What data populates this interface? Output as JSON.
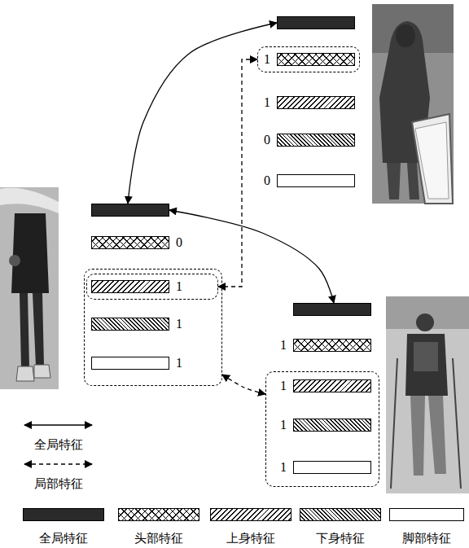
{
  "diagram": {
    "nodes": [
      {},
      {},
      {
        "text": [
          "1"
        ],
        "in": 1
      },
      {
        "text": [
          "1"
        ]
      },
      {
        "text": [
          "0"
        ]
      },
      {
        "text": [
          "0"
        ]
      },
      {},
      {
        "text": [
          "0"
        ]
      },
      {},
      {
        "in": 8
      },
      {
        "text": [
          "1"
        ],
        "in": 9
      },
      {
        "text": [
          "1"
        ],
        "in": 8
      },
      {
        "text": [
          "1"
        ],
        "in": 8
      },
      {},
      {
        "text": [
          "1"
        ]
      },
      {},
      {
        "text": [
          "1"
        ],
        "in": 15
      },
      {
        "text": [
          "1"
        ],
        "in": 15
      },
      {
        "text": [
          "1"
        ],
        "in": 15
      }
    ],
    "edges": [
      {
        "from": 0,
        "to": 6,
        "arrow": "both"
      },
      {
        "from": 6,
        "to": 13,
        "arrow": "both"
      },
      {
        "from": 1,
        "to": 9,
        "arrow": "both"
      },
      {
        "from": 8,
        "to": 15,
        "arrow": "both"
      }
    ],
    "legend": [
      {
        "text": "全局特征"
      },
      {
        "text": "局部特征"
      },
      {
        "text": "全局特征",
        "color": "#2a2a2a"
      },
      {
        "text": "头部特征"
      },
      {
        "text": "上身特征"
      },
      {
        "text": "下身特征"
      },
      {
        "text": "脚部特征",
        "color": "#ffffff"
      }
    ]
  }
}
